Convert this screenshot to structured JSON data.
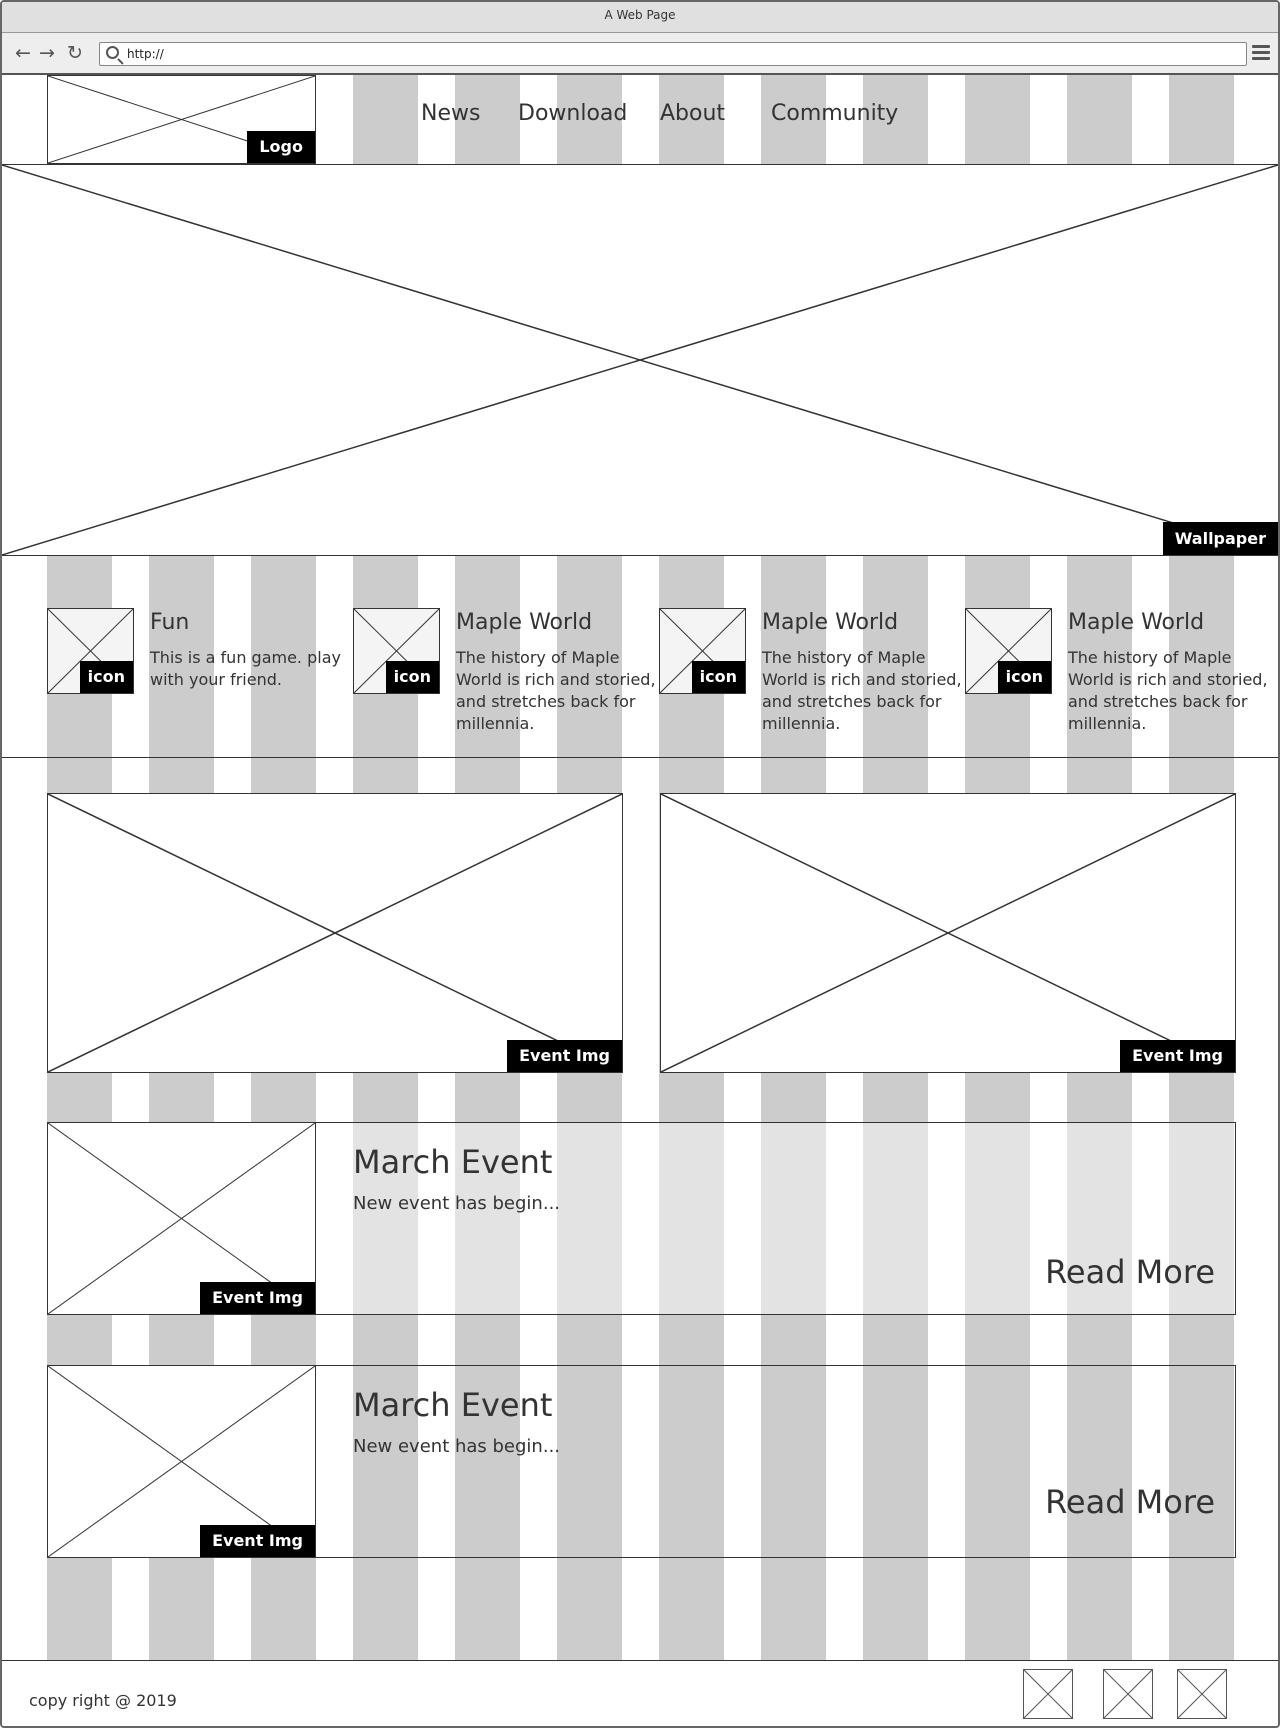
{
  "browser": {
    "title": "A Web Page",
    "url": "http://"
  },
  "header": {
    "logo_label": "Logo",
    "nav": [
      "News",
      "Download",
      "About",
      "Community"
    ]
  },
  "hero": {
    "label": "Wallpaper"
  },
  "features": [
    {
      "icon_label": "icon",
      "title": "Fun",
      "desc": "This is a fun game. play with your friend."
    },
    {
      "icon_label": "icon",
      "title": "Maple World",
      "desc": "The history of Maple World is rich and storied, and stretches back for millennia."
    },
    {
      "icon_label": "icon",
      "title": "Maple World",
      "desc": "The history of Maple World is rich and storied, and stretches back for millennia."
    },
    {
      "icon_label": "icon",
      "title": "Maple World",
      "desc": "The history of Maple World is rich and storied, and stretches back for millennia."
    }
  ],
  "event_images": [
    {
      "label": "Event Img"
    },
    {
      "label": "Event Img"
    }
  ],
  "events": [
    {
      "img_label": "Event Img",
      "title": "March Event",
      "desc": "New event has begin...",
      "link": "Read More"
    },
    {
      "img_label": "Event Img",
      "title": "March Event",
      "desc": "New event has begin...",
      "link": "Read More"
    }
  ],
  "footer": {
    "copyright": "copy right @ 2019"
  }
}
